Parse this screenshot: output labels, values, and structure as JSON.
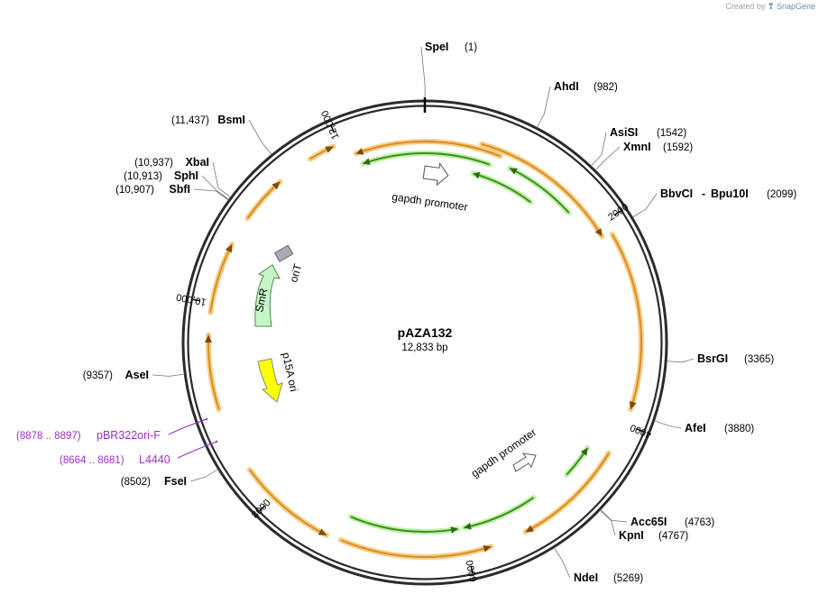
{
  "credit": {
    "prefix": "Created by",
    "brand": "SnapGene"
  },
  "plasmid": {
    "name": "pAZA132",
    "length_label": "12,833 bp",
    "length_bp": 12833
  },
  "ticks": [
    {
      "bp": 2000,
      "label": "2000"
    },
    {
      "bp": 4000,
      "label": "4000"
    },
    {
      "bp": 6000,
      "label": "6000"
    },
    {
      "bp": 8000,
      "label": "8000"
    },
    {
      "bp": 10000,
      "label": "10,000"
    },
    {
      "bp": 12000,
      "label": "12,000"
    }
  ],
  "sites": [
    {
      "name": "SpeI",
      "pos": "(1)",
      "bp": 1,
      "side": "right"
    },
    {
      "name": "AhdI",
      "pos": "(982)",
      "bp": 982,
      "side": "right"
    },
    {
      "name": "AsiSI",
      "pos": "(1542)",
      "bp": 1542,
      "side": "right"
    },
    {
      "name": "XmnI",
      "pos": "(1592)",
      "bp": 1592,
      "side": "right"
    },
    {
      "name": "BbvCI",
      "name2": "Bpu10I",
      "pos": "(2099)",
      "bp": 2099,
      "side": "right"
    },
    {
      "name": "BsrGI",
      "pos": "(3365)",
      "bp": 3365,
      "side": "right"
    },
    {
      "name": "AfeI",
      "pos": "(3880)",
      "bp": 3880,
      "side": "right"
    },
    {
      "name": "Acc65I",
      "pos": "(4763)",
      "bp": 4763,
      "side": "right"
    },
    {
      "name": "KpnI",
      "pos": "(4767)",
      "bp": 4767,
      "side": "right"
    },
    {
      "name": "NdeI",
      "pos": "(5269)",
      "bp": 5269,
      "side": "right"
    },
    {
      "name": "FseI",
      "pos": "(8502)",
      "bp": 8502,
      "side": "left"
    },
    {
      "name": "AseI",
      "pos": "(9357)",
      "bp": 9357,
      "side": "left"
    },
    {
      "name": "SbfI",
      "pos": "(10,907)",
      "bp": 10907,
      "side": "left"
    },
    {
      "name": "SphI",
      "pos": "(10,913)",
      "bp": 10913,
      "side": "left"
    },
    {
      "name": "XbaI",
      "pos": "(10,937)",
      "bp": 10937,
      "side": "left"
    },
    {
      "name": "BsmI",
      "pos": "(11,437)",
      "bp": 11437,
      "side": "left"
    }
  ],
  "primers": [
    {
      "name": "pBR322ori-F",
      "pos": "(8878 .. 8897)"
    },
    {
      "name": "L4440",
      "pos": "(8664 .. 8681)"
    }
  ],
  "features": [
    {
      "name": "gapdh promoter",
      "kind": "promoter",
      "color": "#ffffff"
    },
    {
      "name": "gapdh promoter",
      "kind": "promoter",
      "color": "#ffffff"
    },
    {
      "name": "SmR",
      "kind": "cds",
      "color": "#c8f5c8"
    },
    {
      "name": "oriT",
      "kind": "origin",
      "color": "#a9adb3"
    },
    {
      "name": "p15A ori",
      "kind": "origin",
      "color": "#ffff00"
    }
  ],
  "colors": {
    "backbone": "#2b2b2b",
    "orange_arc": "#d98e22",
    "orange_glow": "#f6c87a",
    "green_arc": "#3c8d1e",
    "green_glow": "#b6f09a",
    "primer": "#9b30c8"
  }
}
